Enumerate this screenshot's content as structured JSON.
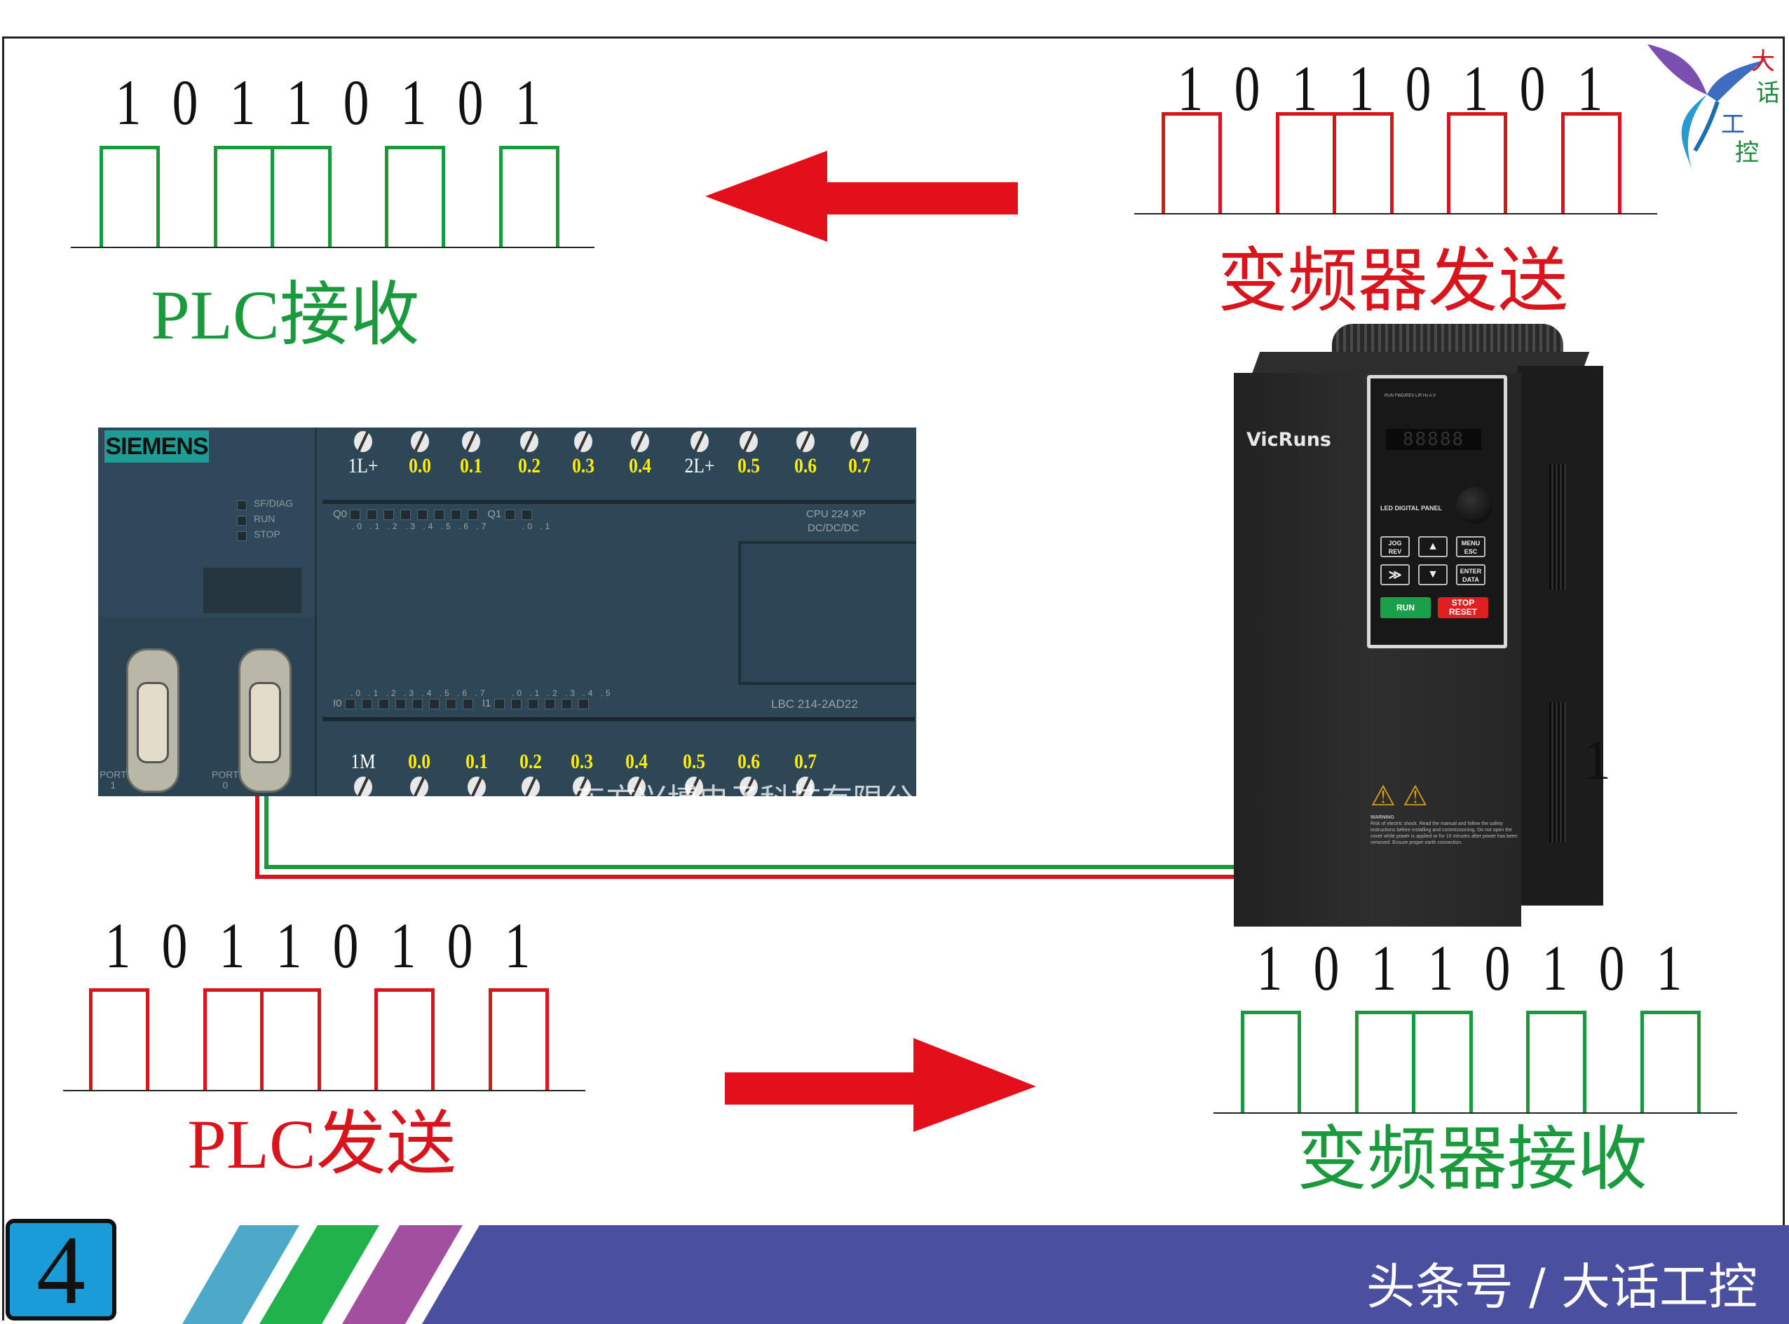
{
  "colors": {
    "green": "#1a9a3c",
    "red": "#d8141c",
    "arrow": "#e3101c",
    "plc_body": "#2e4756",
    "terminal_yellow": "#ffee00",
    "footer_bar": "#4a4fa0",
    "stripe_blue": "#4ea8c8",
    "stripe_green": "#22b24c",
    "stripe_purple": "#a24f9f",
    "badge_blue": "#1a9cd8"
  },
  "panels": [
    {
      "id": "plc-receive",
      "bits": [
        "1",
        "0",
        "1",
        "1",
        "0",
        "1",
        "0",
        "1"
      ],
      "color": "green",
      "label": "PLC接收"
    },
    {
      "id": "vfd-send",
      "bits": [
        "1",
        "0",
        "1",
        "1",
        "0",
        "1",
        "0",
        "1"
      ],
      "color": "red",
      "label": "变频器发送"
    },
    {
      "id": "plc-send",
      "bits": [
        "1",
        "0",
        "1",
        "1",
        "0",
        "1",
        "0",
        "1"
      ],
      "color": "red",
      "label": "PLC发送"
    },
    {
      "id": "vfd-receive",
      "bits": [
        "1",
        "0",
        "1",
        "1",
        "0",
        "1",
        "0",
        "1"
      ],
      "color": "green",
      "label": "变频器接收"
    }
  ],
  "arrows": [
    {
      "direction": "left"
    },
    {
      "direction": "right"
    }
  ],
  "plc": {
    "brand": "SIEMENS",
    "status_leds": [
      "SF/DIAG",
      "RUN",
      "STOP"
    ],
    "model": "CPU 224 XP",
    "supply": "DC/DC/DC",
    "code": "LBC 214-2AD22",
    "ports": [
      "PORT\n1",
      "PORT\n0"
    ],
    "q_leds_label": "Q0",
    "q_leds": ".0 .1 .2 .3 .4 .5 .6 .7",
    "q1_label": "Q1",
    "q1_leds": ".0 .1",
    "i_leds_label": "I0",
    "i_leds": ".0 .1 .2 .3 .4 .5 .6 .7",
    "i1_label": "I1",
    "i1_leds": ".0 .1 .2 .3 .4 .5",
    "top_terminals": [
      {
        "label": "1L+",
        "kind": "power"
      },
      {
        "label": "0.0",
        "kind": "io"
      },
      {
        "label": "0.1",
        "kind": "io"
      },
      {
        "label": "0.2",
        "kind": "io"
      },
      {
        "label": "0.3",
        "kind": "io"
      },
      {
        "label": "0.4",
        "kind": "io"
      },
      {
        "label": "2L+",
        "kind": "power"
      },
      {
        "label": "0.5",
        "kind": "io"
      },
      {
        "label": "0.6",
        "kind": "io"
      },
      {
        "label": "0.7",
        "kind": "io"
      }
    ],
    "bottom_terminals": [
      {
        "label": "1M",
        "kind": "power"
      },
      {
        "label": "0.0",
        "kind": "io"
      },
      {
        "label": "0.1",
        "kind": "io"
      },
      {
        "label": "0.2",
        "kind": "io"
      },
      {
        "label": "0.3",
        "kind": "io"
      },
      {
        "label": "0.4",
        "kind": "io"
      },
      {
        "label": "0.5",
        "kind": "io"
      },
      {
        "label": "0.6",
        "kind": "io"
      },
      {
        "label": "0.7",
        "kind": "io"
      }
    ],
    "watermark": "东方兴博电子科技有限公司"
  },
  "vfd": {
    "brand": "VicRuns",
    "status_leds": "RUN FWD/REV L/R Hz A V",
    "display": "88888",
    "panel_label": "LED DIGITAL PANEL",
    "keys": [
      {
        "top": "JOG",
        "bottom": "REV"
      },
      {
        "top": "▲",
        "bottom": ""
      },
      {
        "top": "MENU",
        "bottom": "ESC"
      },
      {
        "top": "≫",
        "bottom": ""
      },
      {
        "top": "▼",
        "bottom": ""
      },
      {
        "top": "ENTER",
        "bottom": "DATA"
      }
    ],
    "run_key": "RUN",
    "stop_key_top": "STOP",
    "stop_key_bottom": "RESET",
    "warning_icons": "⚠ ⚠",
    "warning_title": "WARNING",
    "warning_lines": "Risk of electric shock. Read the manual and follow the safety instructions before installing and commissioning. Do not open the cover while power is applied or for 10 minutes after power has been removed. Ensure proper earth connection."
  },
  "stray_digit": "1",
  "footer": {
    "slide_number": "4",
    "text": "头条号 / 大话工控"
  },
  "logo": {
    "chars": [
      "大",
      "话",
      "工",
      "控"
    ]
  }
}
